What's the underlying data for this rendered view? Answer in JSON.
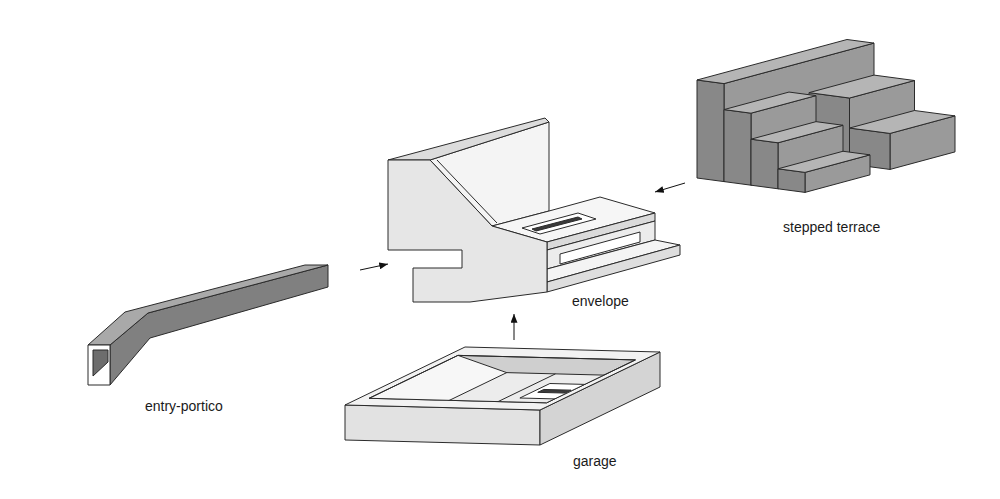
{
  "diagram": {
    "nodes": [
      {
        "text": [
          "entry-portico"
        ]
      },
      {
        "text": [
          "envelope"
        ]
      },
      {
        "text": [
          "garage"
        ]
      },
      {
        "text": [
          "stepped terrace"
        ]
      }
    ],
    "edges": [
      {
        "from": 0,
        "to": 1,
        "arrow": "to"
      },
      {
        "from": 3,
        "to": 1,
        "arrow": "to"
      },
      {
        "from": 2,
        "to": 1,
        "arrow": "to"
      }
    ]
  }
}
